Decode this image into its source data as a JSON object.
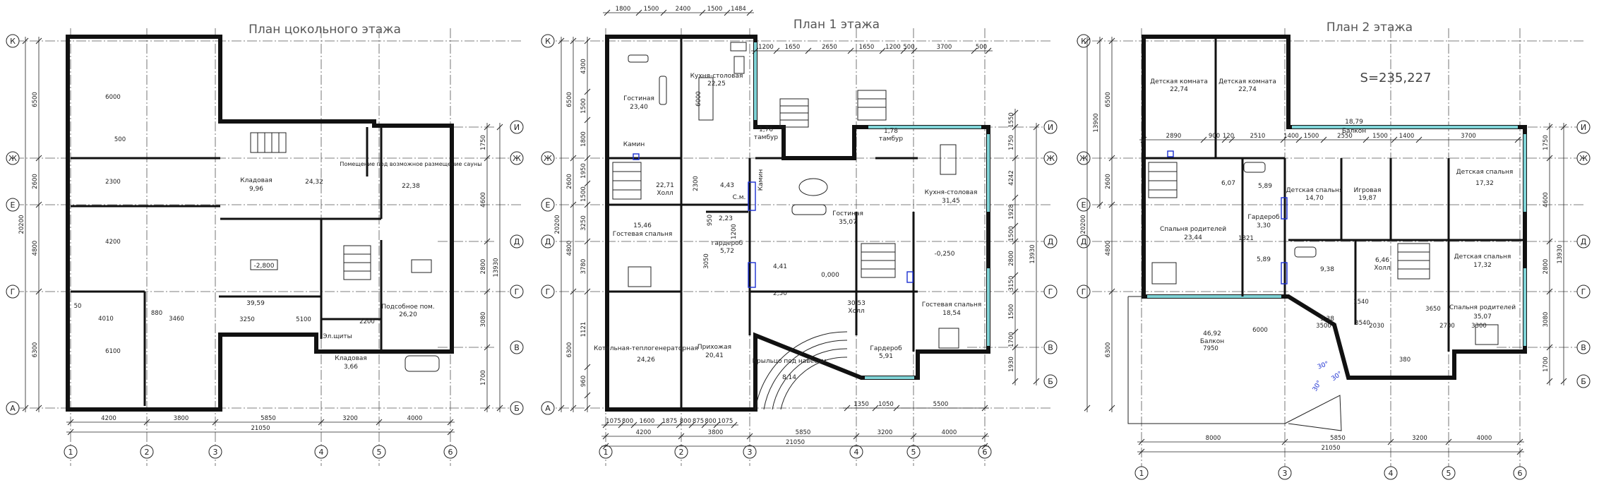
{
  "plans": [
    {
      "title": "План цокольного этажа",
      "rooms": [
        {
          "name": "Кладовая",
          "area": "9,96"
        },
        {
          "name": "",
          "area": "24,32"
        },
        {
          "name": "Помещение под возможное размещение сауны",
          "area": "22,38"
        },
        {
          "name": "",
          "area": "39,59"
        },
        {
          "name": "Подсобное пом.",
          "area": "26,20"
        },
        {
          "name": "Кладовая",
          "area": "3,66"
        },
        {
          "name": "Эл.щиты",
          "area": ""
        }
      ],
      "level_mark": "-2,800",
      "left_dims": [
        "6500",
        "2600",
        "4800",
        "6300"
      ],
      "left_total": "20200",
      "right_dims": [
        "1750",
        "4600",
        "2800",
        "3080",
        "1700"
      ],
      "right_total": "13930",
      "inner_dims": [
        "6000",
        "2300",
        "4200",
        "6100",
        "4010",
        "3460",
        "3250",
        "5100",
        "2200",
        "500",
        "880",
        "50"
      ],
      "bottom_dims": [
        "4200",
        "3800",
        "5850",
        "3200",
        "4000"
      ],
      "bottom_total": "21050",
      "row_axes": [
        "К",
        "Ж",
        "Е",
        "Г",
        "А"
      ],
      "right_axes": [
        "И",
        "Ж",
        "Д",
        "Г",
        "В",
        "Б"
      ],
      "col_axes": [
        "1",
        "2",
        "3",
        "4",
        "5",
        "6"
      ]
    },
    {
      "title": "План 1 этажа",
      "rooms": [
        {
          "name": "Гостиная",
          "area": "23,40"
        },
        {
          "name": "Кухня-столовая",
          "area": "22,25"
        },
        {
          "name": "тамбур",
          "area": "1,76"
        },
        {
          "name": "тамбур",
          "area": "1,78"
        },
        {
          "name": "Холл",
          "area": "22,71"
        },
        {
          "name": "Гостевая спальня",
          "area": "15,46"
        },
        {
          "name": "",
          "area": "4,43"
        },
        {
          "name": "",
          "area": "2,23"
        },
        {
          "name": "Гостиная",
          "area": "35,07"
        },
        {
          "name": "Кухня-столовая",
          "area": "31,45"
        },
        {
          "name": "гардероб",
          "area": "5,72"
        },
        {
          "name": "",
          "area": "4,41"
        },
        {
          "name": "",
          "area": "2,50"
        },
        {
          "name": "Холл",
          "area": "30,53"
        },
        {
          "name": "Гостевая спальня",
          "area": "18,54"
        },
        {
          "name": "Котельная-теплогенераторная",
          "area": "24,26"
        },
        {
          "name": "Прихожая",
          "area": "20,41"
        },
        {
          "name": "Крыльцо под навесом",
          "area": "8,14"
        },
        {
          "name": "Гардероб",
          "area": "5,91"
        }
      ],
      "labels": [
        "Камин",
        "Камин",
        "С.м."
      ],
      "level_marks": [
        "0,000",
        "-0,250"
      ],
      "top_dims": [
        "1800",
        "1500",
        "2400",
        "1500",
        "1484"
      ],
      "top_dims2": [
        "1200",
        "1650",
        "2650",
        "1650",
        "1200",
        "500",
        "3700",
        "500"
      ],
      "left_dims": [
        "4300",
        "1500",
        "1800",
        "1950",
        "1500",
        "3250",
        "3780",
        "1121",
        "960"
      ],
      "left_dims_b": [
        "6500",
        "2600",
        "4800",
        "6300"
      ],
      "left_total": "20200",
      "right_dims": [
        "1550",
        "1750",
        "4242",
        "1928",
        "1500",
        "2800",
        "3150",
        "1500",
        "1700",
        "1930"
      ],
      "right_total": "13930",
      "bottom_dims_a": [
        "1075",
        "800",
        "1600",
        "1875",
        "800",
        "875",
        "800",
        "1075"
      ],
      "bottom_dims_b": [
        "4200",
        "3800",
        "5850",
        "3200",
        "4000"
      ],
      "bottom_total": "21050",
      "porch_dims": [
        "1350",
        "1050",
        "5500"
      ],
      "inner_dims": [
        "6000",
        "2300",
        "950",
        "1200",
        "3050"
      ],
      "row_axes": [
        "К",
        "Ж",
        "Е",
        "Д",
        "Г",
        "А"
      ],
      "right_axes": [
        "И",
        "Ж",
        "Д",
        "Г",
        "В",
        "Б"
      ],
      "col_axes": [
        "1",
        "2",
        "3",
        "4",
        "5",
        "6"
      ]
    },
    {
      "title": "План 2 этажа",
      "total_area": "S=235,227",
      "rooms": [
        {
          "name": "Детская комната",
          "area": "22,74"
        },
        {
          "name": "Детская комната",
          "area": "22,74"
        },
        {
          "name": "Балкон",
          "area": "18,79"
        },
        {
          "name": "",
          "area": "6,07"
        },
        {
          "name": "",
          "area": "5,89"
        },
        {
          "name": "Детская спальня",
          "area": "14,70"
        },
        {
          "name": "Игровая",
          "area": "19,87"
        },
        {
          "name": "Детская спальня",
          "area": "17,32"
        },
        {
          "name": "Спальня родителей",
          "area": "23,44"
        },
        {
          "name": "Гардероб",
          "area": "3,30"
        },
        {
          "name": "",
          "area": "5,89"
        },
        {
          "name": "",
          "area": "9,38"
        },
        {
          "name": "Холл",
          "area": "6,46"
        },
        {
          "name": "Детская спальня",
          "area": "17,32"
        },
        {
          "name": "Балкон",
          "area": "46,92"
        },
        {
          "name": "",
          "area": "9,38"
        },
        {
          "name": "Спальня родителей",
          "area": "35,07"
        }
      ],
      "slopes": [
        "30°",
        "30°",
        "30°"
      ],
      "top_dims": [
        "2890",
        "900",
        "120",
        "2510",
        "1400",
        "1500",
        "2550",
        "1500",
        "1400",
        "3700"
      ],
      "left_dims": [
        "6500",
        "2600",
        "4800",
        "6300"
      ],
      "left_total": "13900",
      "left_total2": "20200",
      "right_dims": [
        "1750",
        "4600",
        "2800",
        "3080",
        "1700"
      ],
      "right_total": "13930",
      "inner_dims": [
        "7950",
        "6000",
        "3500",
        "2700",
        "2030",
        "1540",
        "380",
        "1321",
        "3650",
        "3300",
        "3540"
      ],
      "bottom_dims": [
        "8000",
        "5850",
        "3200",
        "4000"
      ],
      "bottom_total": "21050",
      "row_axes": [
        "К",
        "Ж",
        "Е",
        "Д",
        "Г"
      ],
      "right_axes": [
        "И",
        "Ж",
        "Д",
        "Г",
        "В",
        "Б"
      ],
      "col_axes": [
        "1",
        "3",
        "4",
        "5",
        "6"
      ]
    }
  ]
}
